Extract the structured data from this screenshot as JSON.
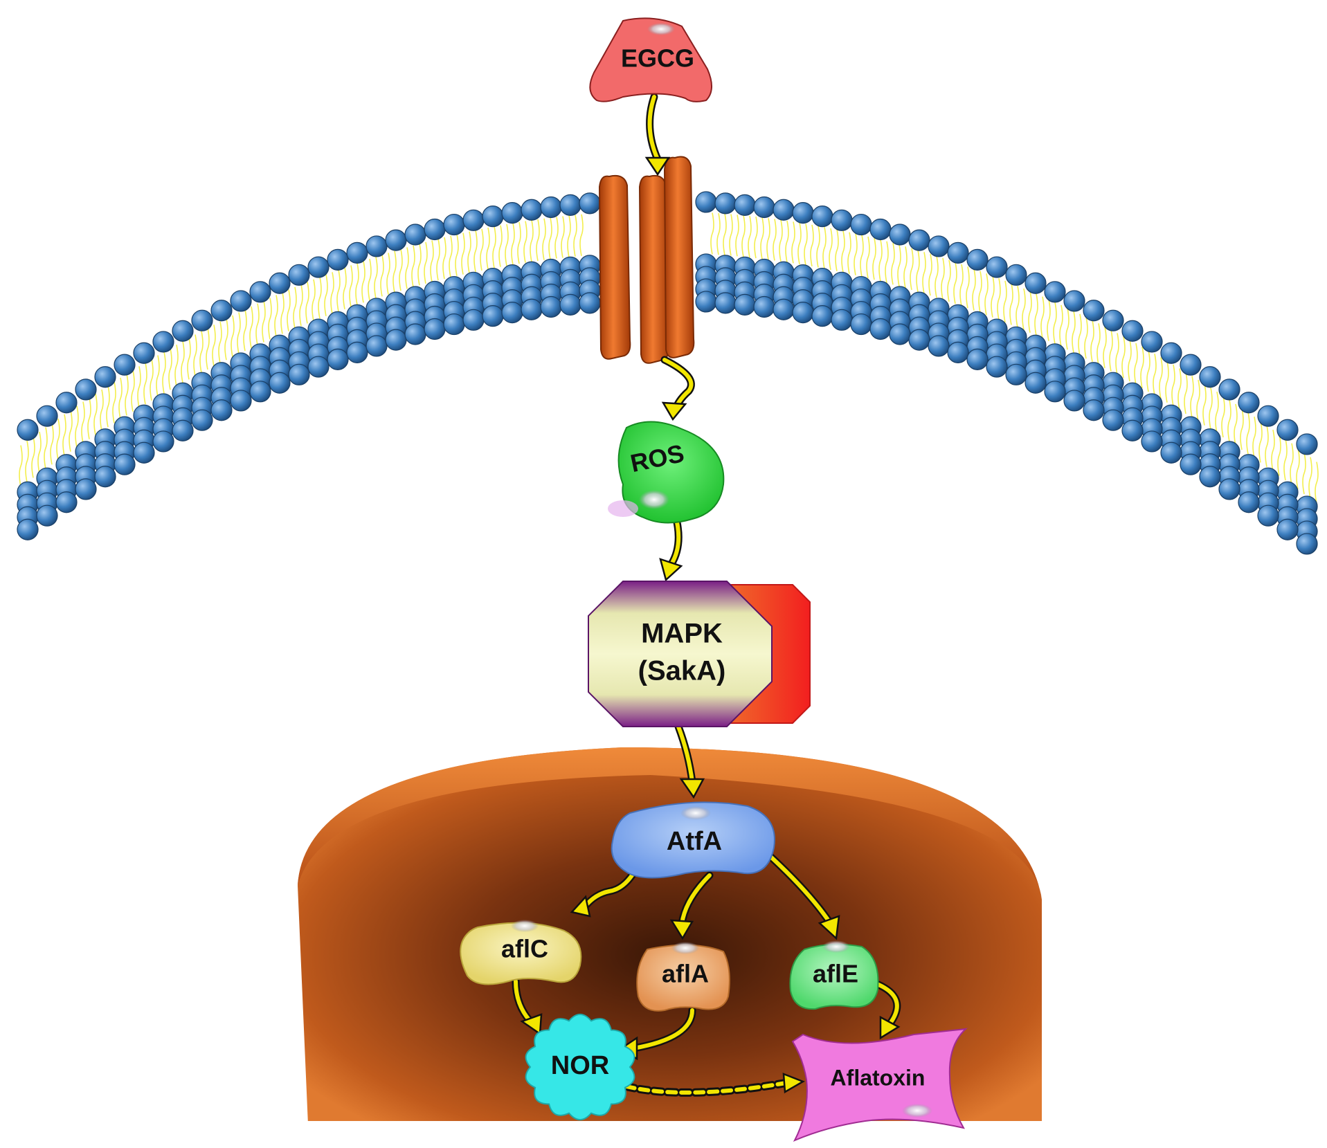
{
  "nodes": {
    "egcg": "EGCG",
    "ros": "ROS",
    "mapk_line1": "MAPK",
    "mapk_line2": "(SakA)",
    "atfa": "AtfA",
    "aflc": "aflC",
    "afla": "aflA",
    "afle": "aflE",
    "nor": "NOR",
    "aflatoxin": "Aflatoxin"
  },
  "colors": {
    "egcg": "#f26a6a",
    "membrane_head": "#3d7fc0",
    "lipid_tail": "#f3ee4c",
    "channel": "#e8661c",
    "ros": "#3ddb4a",
    "mapk_border": "#7a1f86",
    "mapk_fill": "#f2f3c4",
    "mapk_shadow": "#f24a2b",
    "nucleus": "#b4521a",
    "atfa": "#7aa6ee",
    "aflc": "#f0e48a",
    "afla": "#eaa46a",
    "afle": "#69e083",
    "nor": "#36e7e7",
    "aflatoxin": "#f07adf",
    "arrow": "#f2e600"
  },
  "edges": [
    {
      "from": "EGCG",
      "to": "membrane channel"
    },
    {
      "from": "membrane channel",
      "to": "ROS"
    },
    {
      "from": "ROS",
      "to": "MAPK (SakA)"
    },
    {
      "from": "MAPK (SakA)",
      "to": "AtfA"
    },
    {
      "from": "AtfA",
      "to": "aflC"
    },
    {
      "from": "AtfA",
      "to": "aflA"
    },
    {
      "from": "AtfA",
      "to": "aflE"
    },
    {
      "from": "aflC",
      "to": "NOR"
    },
    {
      "from": "aflA",
      "to": "NOR"
    },
    {
      "from": "aflE",
      "to": "Aflatoxin"
    },
    {
      "from": "NOR",
      "to": "Aflatoxin",
      "style": "dashed"
    }
  ]
}
